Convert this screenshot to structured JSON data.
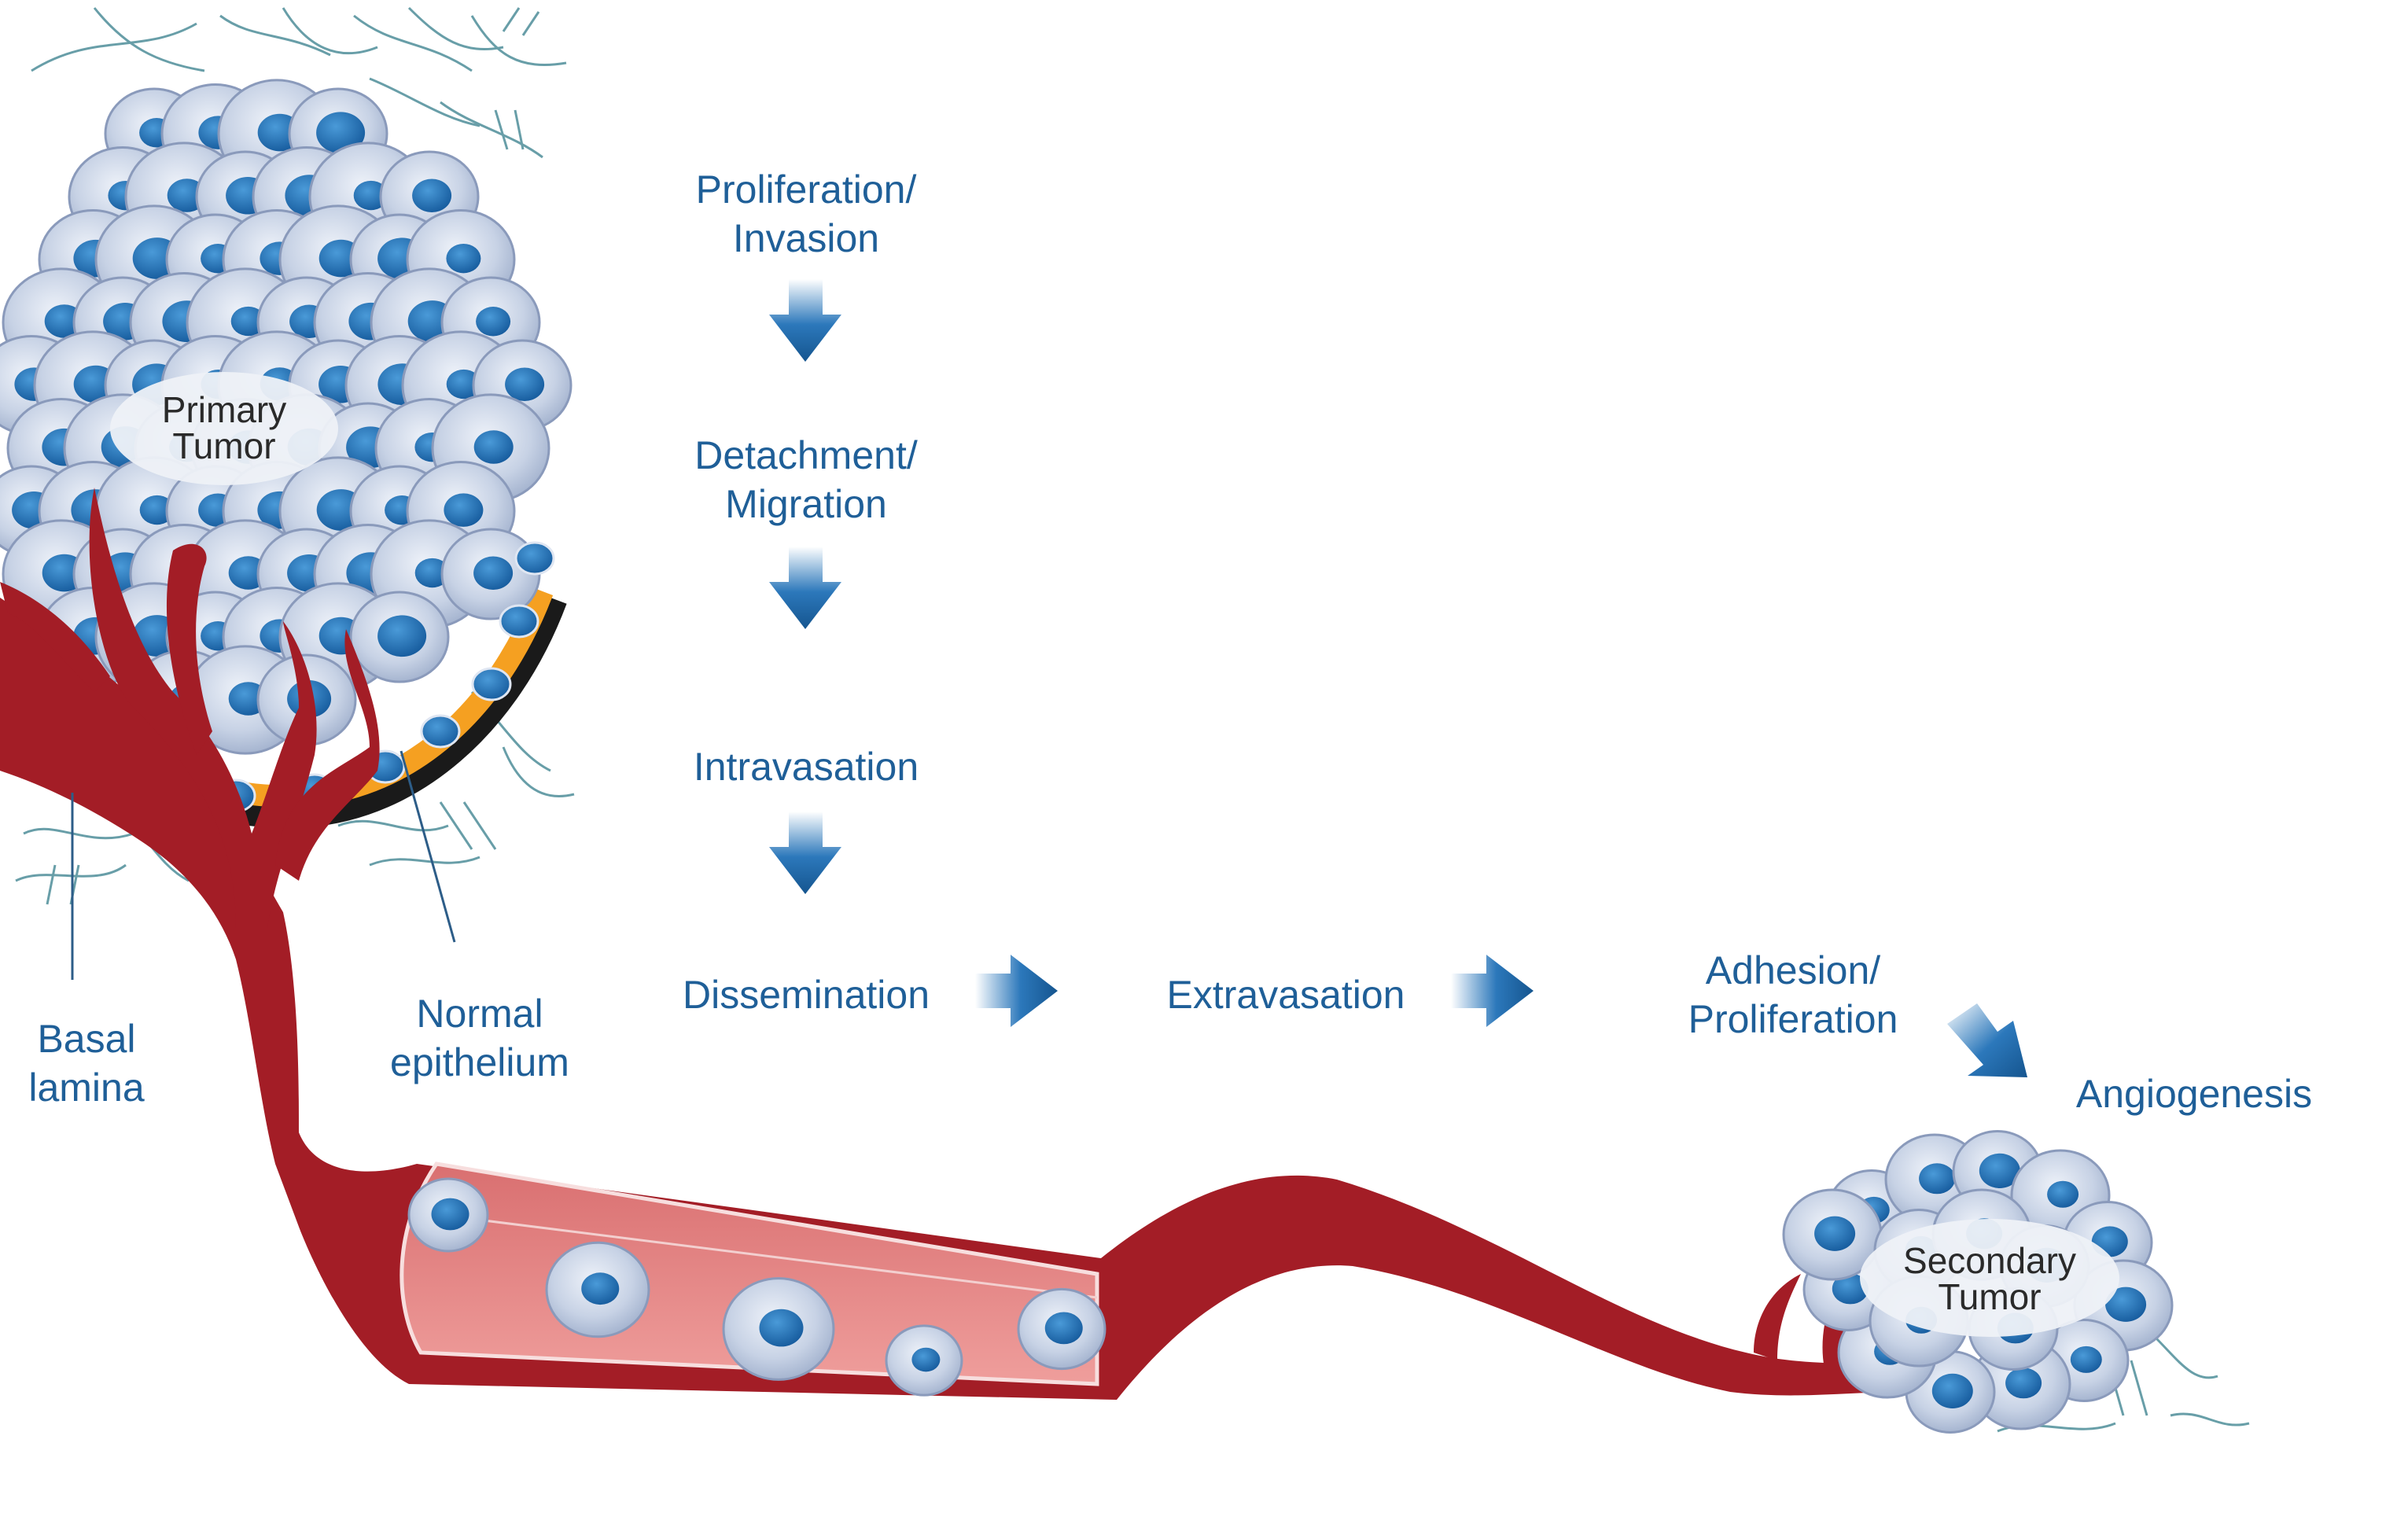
{
  "steps": {
    "proliferation_invasion": "Proliferation/\nInvasion",
    "detachment_migration": "Detachment/\nMigration",
    "intravasation": "Intravasation",
    "dissemination": "Dissemination",
    "extravasation": "Extravasation",
    "adhesion_proliferation": "Adhesion/\nProliferation",
    "angiogenesis": "Angiogenesis"
  },
  "structures": {
    "primary_tumor": "Primary\nTumor",
    "secondary_tumor": "Secondary\nTumor",
    "basal_lamina": "Basal\nlamina",
    "normal_epithelium": "Normal\nepithelium"
  },
  "colors": {
    "label_blue": "#1f5f98",
    "arrow_blue": "#1a5f9e",
    "vessel_red": "#a31d26",
    "vessel_lumen": "#e48a8a",
    "cell_fill": "#c9d4e6",
    "nucleus": "#1e6bb0",
    "basal_orange": "#f5a021",
    "fiber": "#4e8e99"
  },
  "icons": {
    "arrow": "down-arrow-icon",
    "arrow_right": "right-arrow-icon",
    "arrow_diag": "diagonal-arrow-icon"
  }
}
